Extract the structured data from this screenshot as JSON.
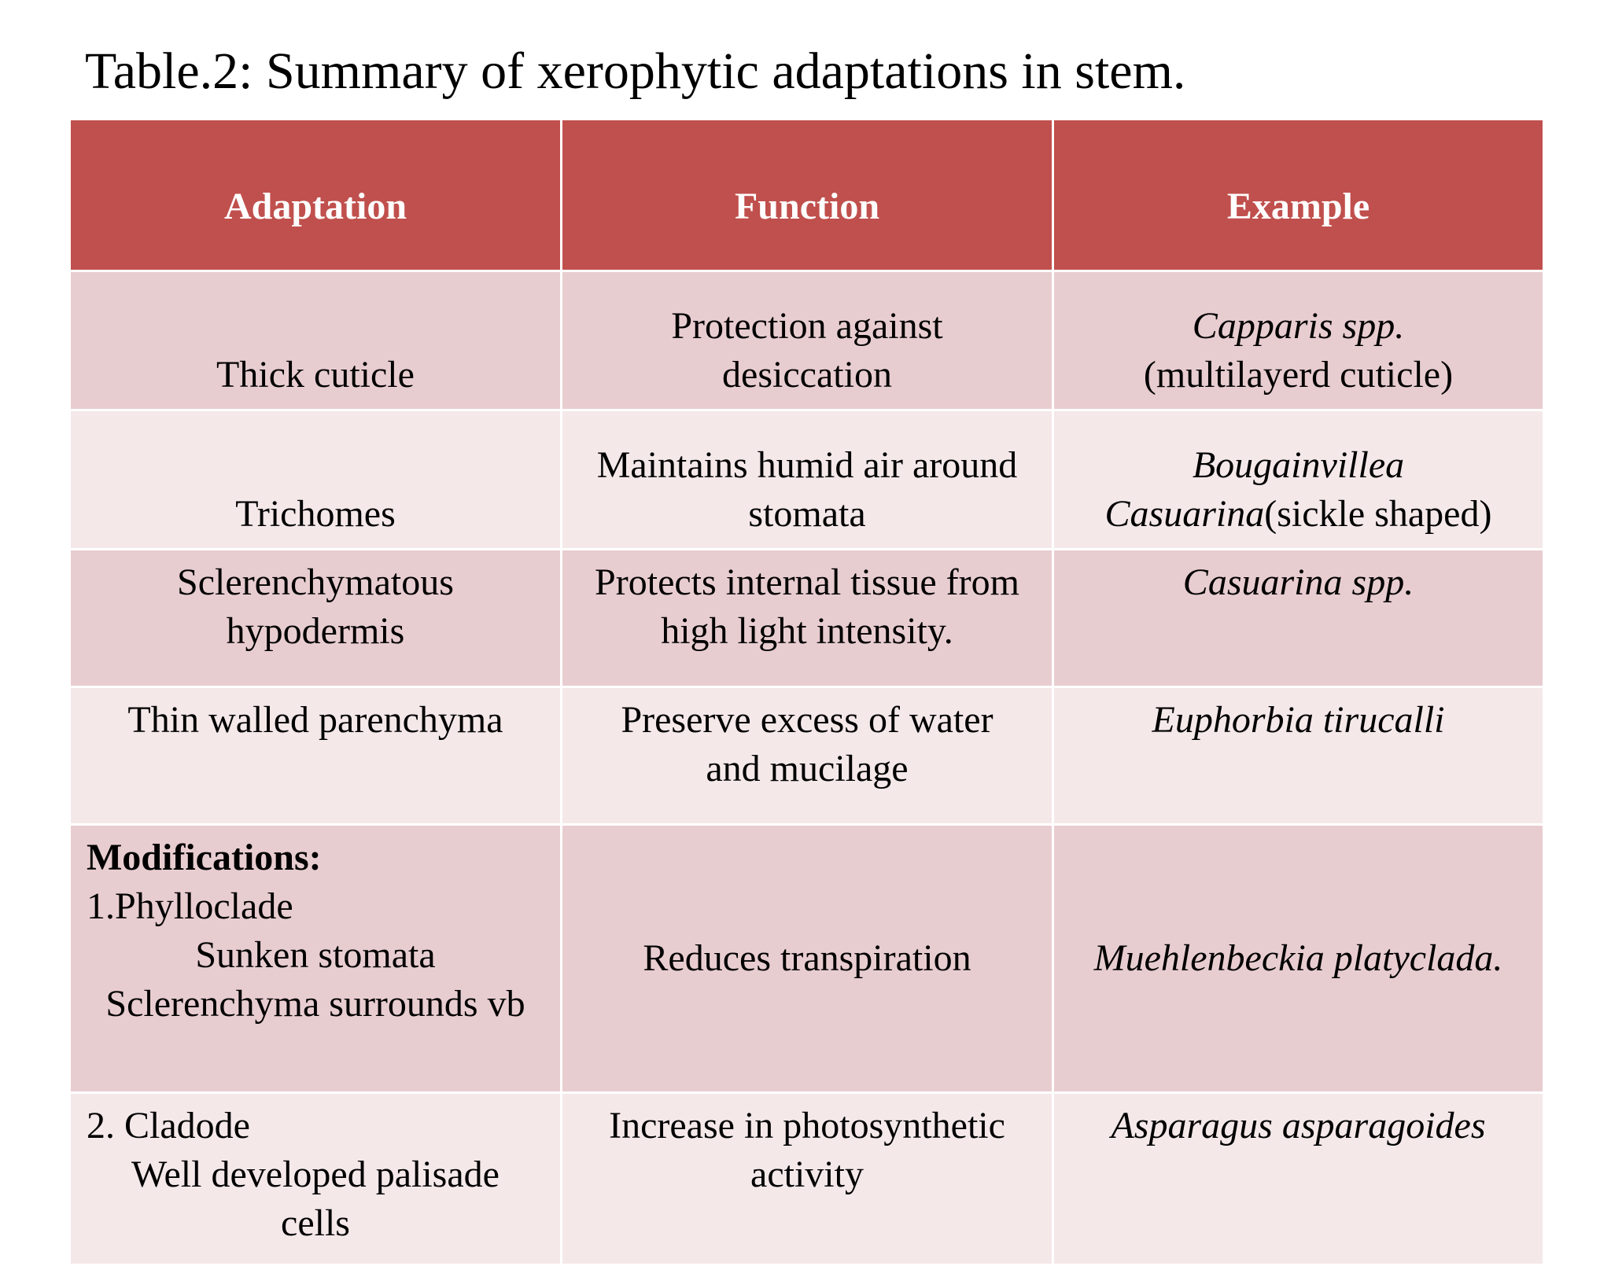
{
  "title": "Table.2:  Summary of xerophytic adaptations in stem.",
  "header": {
    "adaptation": "Adaptation",
    "function": "Function",
    "example": "Example"
  },
  "rows": [
    {
      "adaptation": "Thick cuticle",
      "function_1": "Protection against",
      "function_2": "desiccation",
      "example_1": "Capparis spp.",
      "example_2": "(multilayerd cuticle)"
    },
    {
      "adaptation": "Trichomes",
      "function_1": "Maintains humid air around",
      "function_2": "stomata",
      "example_1": "Bougainvillea",
      "example_2_italic": "Casuarina",
      "example_2_rest": "(sickle shaped)"
    },
    {
      "adaptation_1": "Sclerenchymatous",
      "adaptation_2": "hypodermis",
      "function_1": "Protects internal tissue from",
      "function_2": "high light intensity.",
      "example": "Casuarina spp."
    },
    {
      "adaptation": "Thin walled parenchyma",
      "function_1": "Preserve excess of water",
      "function_2": "and mucilage",
      "example": "Euphorbia tirucalli"
    },
    {
      "adaptation_heading": "Modifications:",
      "adaptation_1": "1.Phylloclade",
      "adaptation_2": "Sunken stomata",
      "adaptation_3": "Sclerenchyma surrounds vb",
      "function": "Reduces transpiration",
      "example": "Muehlenbeckia platyclada."
    },
    {
      "adaptation_1": "2. Cladode",
      "adaptation_2": "Well developed palisade",
      "adaptation_3": "cells",
      "function_1": "Increase in photosynthetic",
      "function_2": "activity",
      "example": "Asparagus asparagoides"
    }
  ]
}
